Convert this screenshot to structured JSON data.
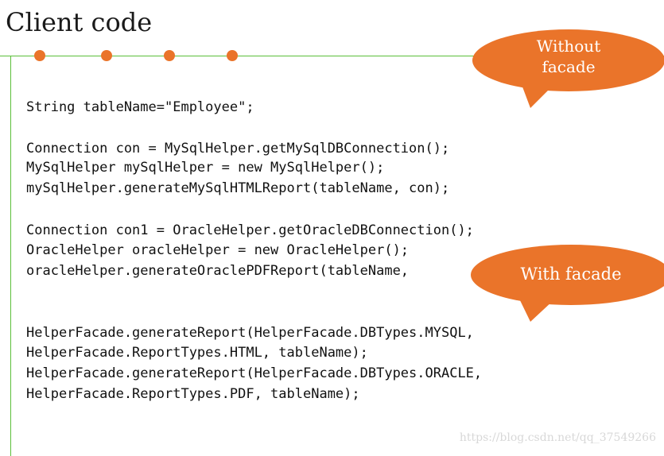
{
  "slide": {
    "title": "Client code",
    "callouts": {
      "without": [
        "Without",
        "facade"
      ],
      "with": "With facade"
    },
    "code": {
      "line1": "String tableName=\"Employee\";",
      "block_mysql": [
        "Connection con = MySqlHelper.getMySqlDBConnection();",
        "MySqlHelper mySqlHelper = new MySqlHelper();",
        "mySqlHelper.generateMySqlHTMLReport(tableName, con);"
      ],
      "block_oracle": [
        "Connection con1 = OracleHelper.getOracleDBConnection();",
        "OracleHelper oracleHelper = new OracleHelper();",
        "oracleHelper.generateOraclePDFReport(tableName,"
      ],
      "block_facade": [
        "HelperFacade.generateReport(HelperFacade.DBTypes.MYSQL,",
        "HelperFacade.ReportTypes.HTML, tableName);",
        "HelperFacade.generateReport(HelperFacade.DBTypes.ORACLE,",
        "HelperFacade.ReportTypes.PDF, tableName);"
      ]
    },
    "watermark": "https://blog.csdn.net/qq_37549266"
  },
  "colors": {
    "accent_orange": "#ea742a",
    "rule_green": "#5bbf3a"
  }
}
